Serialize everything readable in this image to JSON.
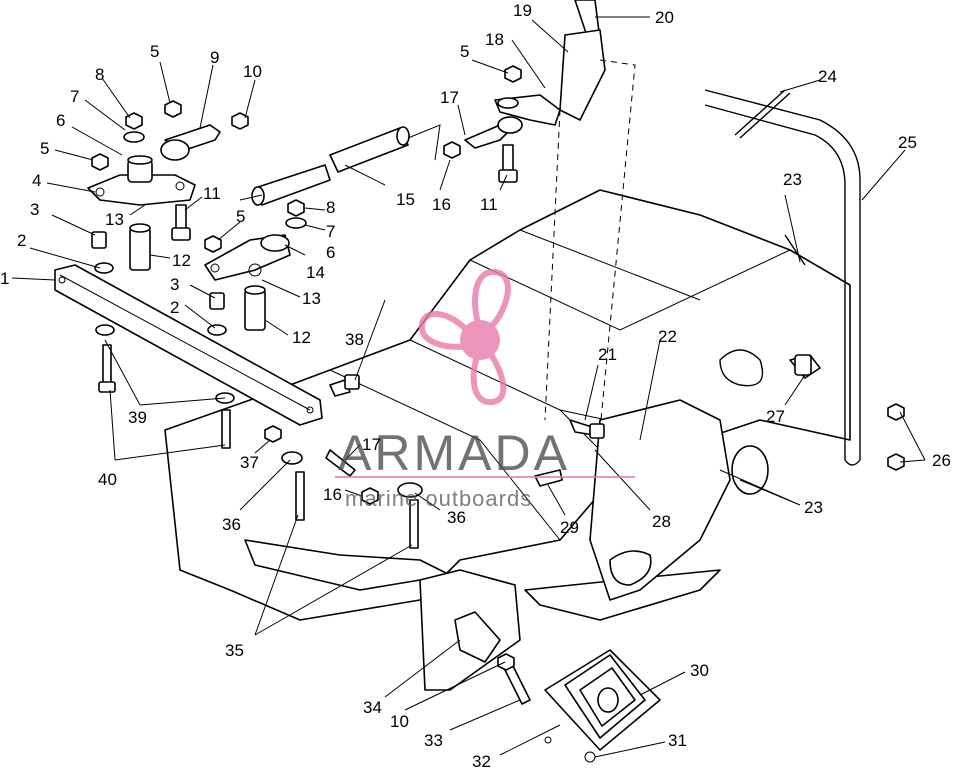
{
  "watermark": {
    "brand": "ARMADA",
    "tagline": "marine outboards",
    "logo_color": "#e87aa8"
  },
  "callouts": [
    "1",
    "2",
    "3",
    "4",
    "5",
    "6",
    "7",
    "8",
    "9",
    "10",
    "11",
    "12",
    "13",
    "14",
    "15",
    "16",
    "17",
    "18",
    "19",
    "20",
    "21",
    "22",
    "23",
    "24",
    "25",
    "26",
    "27",
    "28",
    "29",
    "30",
    "31",
    "32",
    "33",
    "34",
    "35",
    "36",
    "37",
    "38",
    "39",
    "40"
  ]
}
